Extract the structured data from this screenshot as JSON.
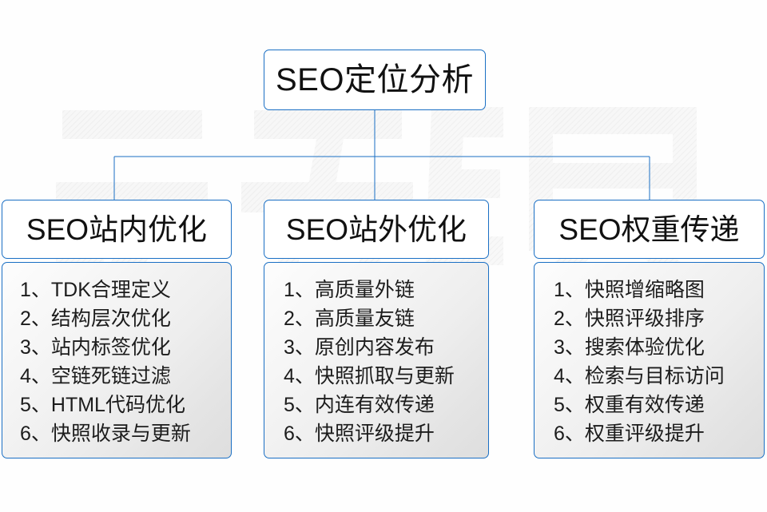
{
  "diagram": {
    "root": {
      "label": "SEO定位分析"
    },
    "branches": [
      {
        "header": "SEO站内优化",
        "items": [
          "1、TDK合理定义",
          "2、结构层次优化",
          "3、站内标签优化",
          "4、空链死链过滤",
          "5、HTML代码优化",
          "6、快照收录与更新"
        ]
      },
      {
        "header": "SEO站外优化",
        "items": [
          "1、高质量外链",
          "2、高质量友链",
          "3、原创内容发布",
          "4、快照抓取与更新",
          "5、内连有效传递",
          "6、快照评级提升"
        ]
      },
      {
        "header": "SEO权重传递",
        "items": [
          "1、快照增缩略图",
          "2、快照评级排序",
          "3、搜索体验优化",
          "4、检索与目标访问",
          "5、权重有效传递",
          "6、权重评级提升"
        ]
      }
    ],
    "colors": {
      "border": "#1a6fc4",
      "connector": "#1a6fc4",
      "text": "#111111",
      "background": "#fefefe"
    },
    "watermark": "云无限"
  }
}
